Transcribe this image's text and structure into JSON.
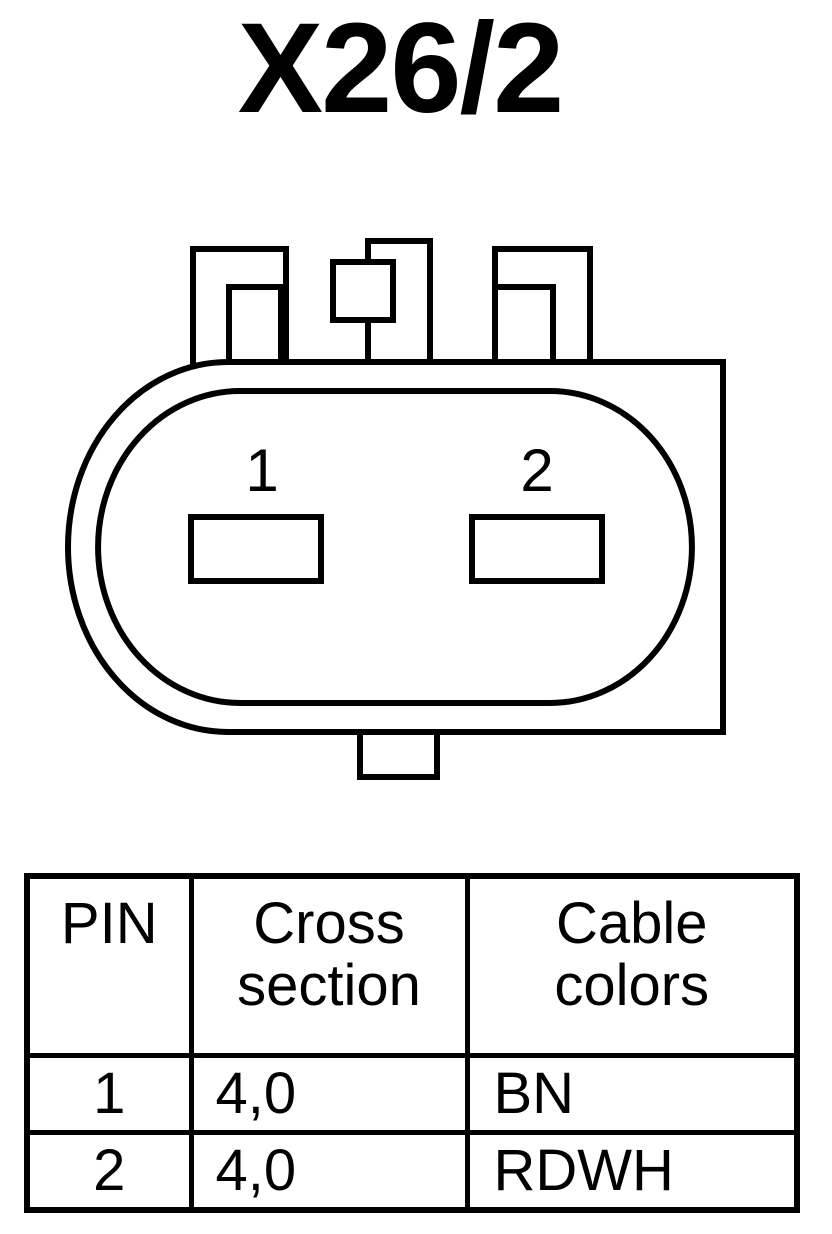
{
  "diagram": {
    "title": "X26/2",
    "pin_labels": [
      "1",
      "2"
    ]
  },
  "table": {
    "headers": {
      "pin": "PIN",
      "cross_section": [
        "Cross",
        "section"
      ],
      "cable_colors": [
        "Cable",
        "colors"
      ]
    },
    "rows": [
      {
        "pin": "1",
        "cross_section": "4,0",
        "color": "BN"
      },
      {
        "pin": "2",
        "cross_section": "4,0",
        "color": "RDWH"
      }
    ]
  }
}
